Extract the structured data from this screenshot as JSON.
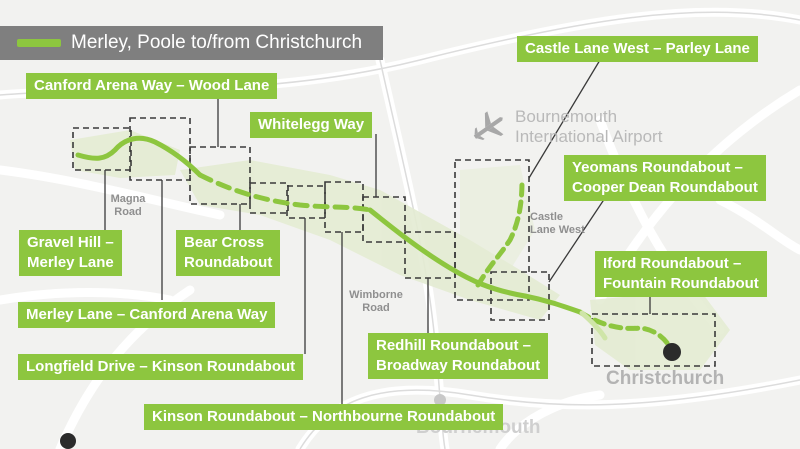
{
  "legend": {
    "label": "Merley, Poole to/from Christchurch",
    "color": "#8dc63f"
  },
  "colors": {
    "route": "#8dc63f",
    "label_bg": "#8dc63f",
    "label_text": "#ffffff",
    "legend_bg": "#7f7f7f",
    "area": "#e4ecd3"
  },
  "places": {
    "airport": [
      "Bournemouth",
      "International Airport"
    ],
    "christchurch": "Christchurch",
    "bournemouth": "Bournemouth"
  },
  "roads": {
    "magna": [
      "Magna",
      "Road"
    ],
    "wimborne": [
      "Wimborne",
      "Road"
    ],
    "castle_lane_west": [
      "Castle",
      "Lane West"
    ]
  },
  "icons": {
    "airport": "airplane-icon",
    "town": "town-dot-icon"
  },
  "sections": {
    "canford_arena_way_wood_lane": "Canford Arena Way – Wood Lane",
    "whitelegg_way": "Whitelegg Way",
    "castle_lane_west_parley_lane": "Castle Lane West – Parley Lane",
    "yeomans_cooper_dean": [
      "Yeomans Roundabout –",
      "Cooper Dean Roundabout"
    ],
    "gravel_hill_merley_lane": [
      "Gravel Hill –",
      "Merley Lane"
    ],
    "bear_cross": [
      "Bear Cross",
      "Roundabout"
    ],
    "iford_fountain": [
      "Iford Roundabout –",
      "Fountain Roundabout"
    ],
    "merley_lane_canford_arena_way": "Merley Lane – Canford Arena Way",
    "longfield_kinson": "Longfield Drive – Kinson Roundabout",
    "redhill_broadway": [
      "Redhill Roundabout –",
      "Broadway Roundabout"
    ],
    "kinson_northbourne": "Kinson Roundabout – Northbourne Roundabout"
  }
}
